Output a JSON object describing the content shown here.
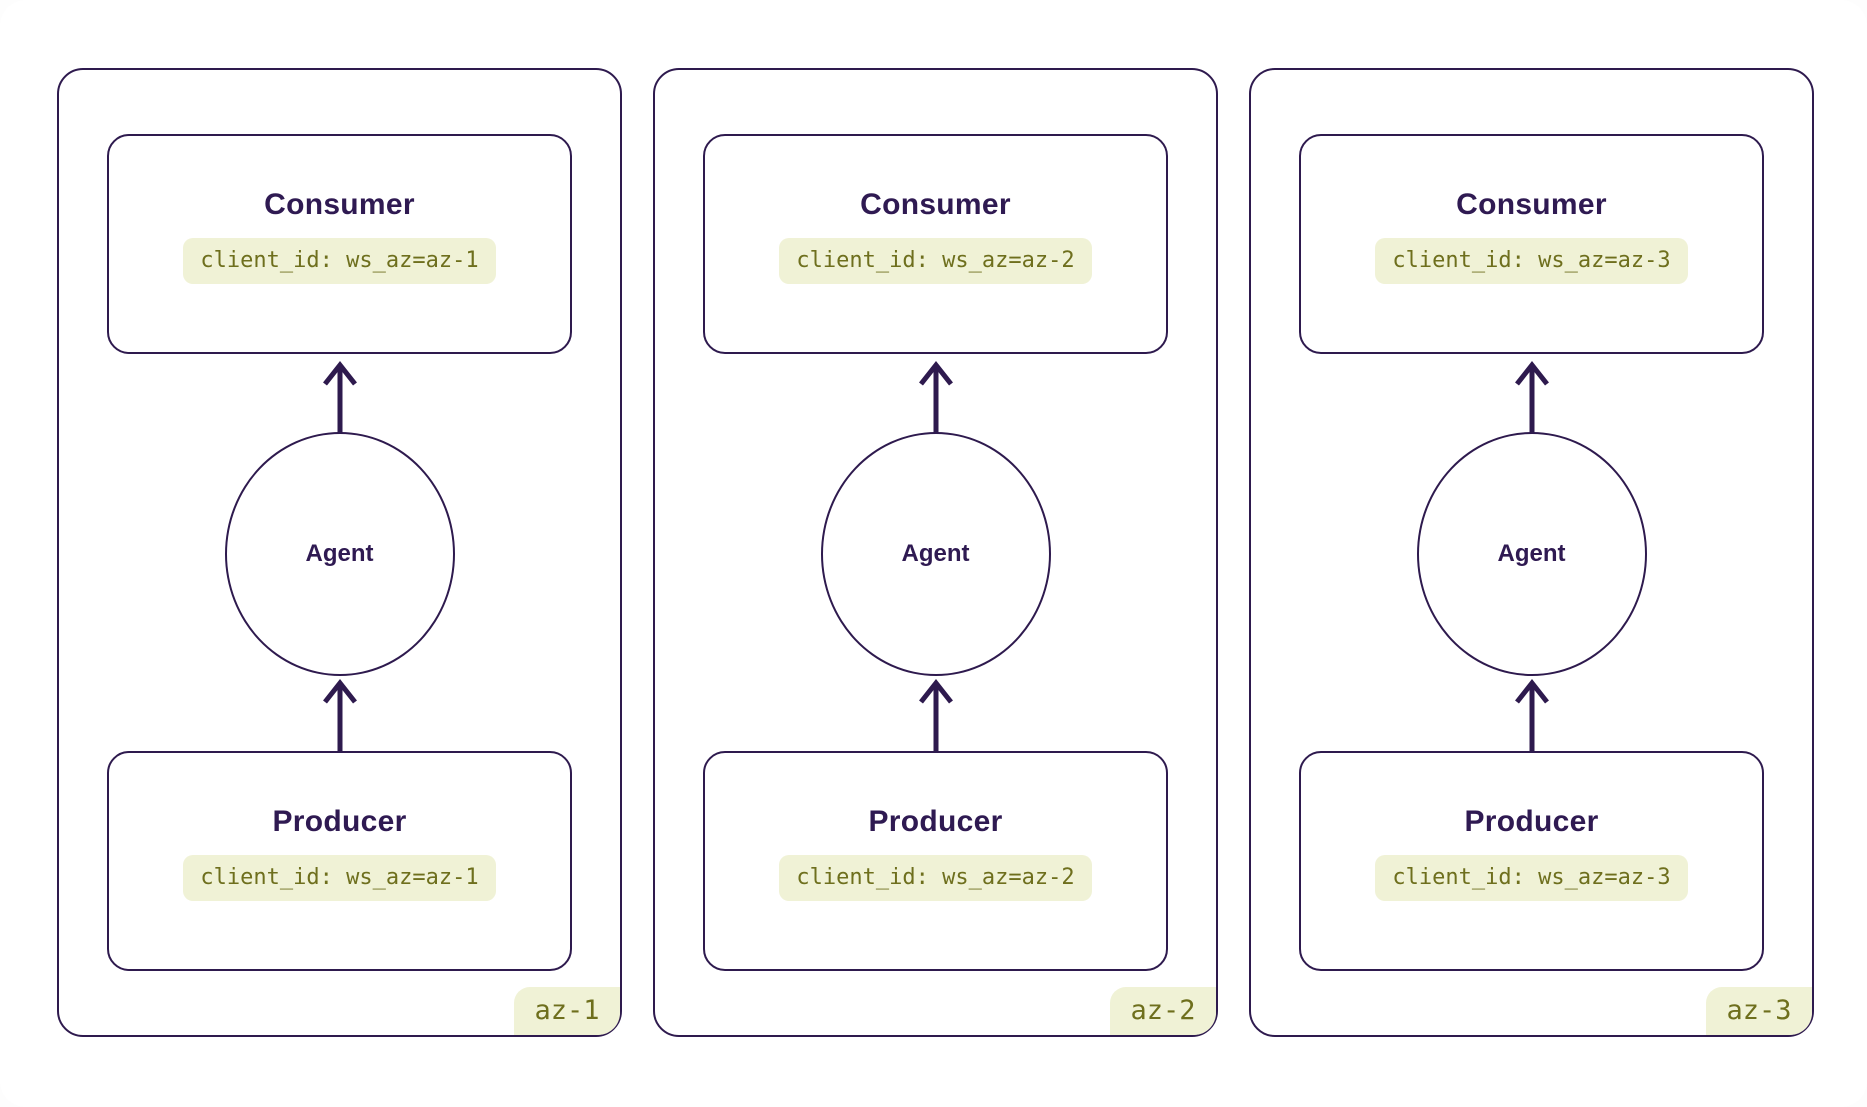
{
  "colors": {
    "outline": "#2e1a4e",
    "heading_text": "#2f1a52",
    "code_text": "#6e6f1d",
    "code_bg": "#f0f2d6",
    "canvas_bg": "#ffffff"
  },
  "zones": [
    {
      "label": "az-1",
      "consumer": {
        "title": "Consumer",
        "client_id": "client_id: ws_az=az-1"
      },
      "agent": {
        "label": "Agent"
      },
      "producer": {
        "title": "Producer",
        "client_id": "client_id: ws_az=az-1"
      }
    },
    {
      "label": "az-2",
      "consumer": {
        "title": "Consumer",
        "client_id": "client_id: ws_az=az-2"
      },
      "agent": {
        "label": "Agent"
      },
      "producer": {
        "title": "Producer",
        "client_id": "client_id: ws_az=az-2"
      }
    },
    {
      "label": "az-3",
      "consumer": {
        "title": "Consumer",
        "client_id": "client_id: ws_az=az-3"
      },
      "agent": {
        "label": "Agent"
      },
      "producer": {
        "title": "Producer",
        "client_id": "client_id: ws_az=az-3"
      }
    }
  ]
}
